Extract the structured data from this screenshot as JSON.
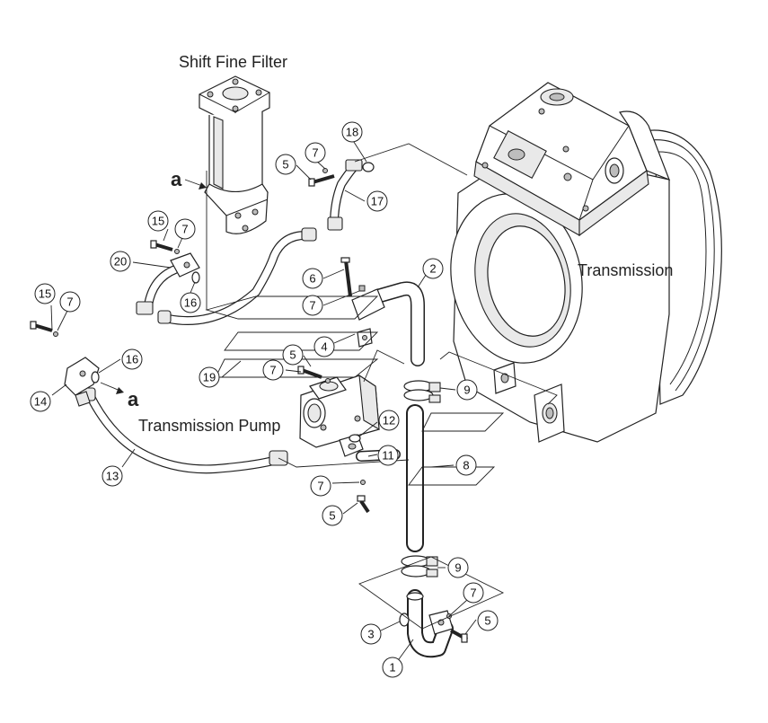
{
  "labels": {
    "filter": "Shift Fine Filter",
    "transmission": "Transmission",
    "pump": "Transmission Pump",
    "ref_a_top": "a",
    "ref_a_left": "a"
  },
  "callouts": {
    "c1": "1",
    "c2": "2",
    "c3": "3",
    "c4": "4",
    "c5a": "5",
    "c5b": "5",
    "c5c": "5",
    "c5d": "5",
    "c6": "6",
    "c7a": "7",
    "c7b": "7",
    "c7c": "7",
    "c7d": "7",
    "c7e": "7",
    "c7f": "7",
    "c7g": "7",
    "c8": "8",
    "c9a": "9",
    "c9b": "9",
    "c11": "11",
    "c12": "12",
    "c13": "13",
    "c14": "14",
    "c15a": "15",
    "c15b": "15",
    "c16a": "16",
    "c16b": "16",
    "c17": "17",
    "c18": "18",
    "c19": "19",
    "c20": "20"
  }
}
